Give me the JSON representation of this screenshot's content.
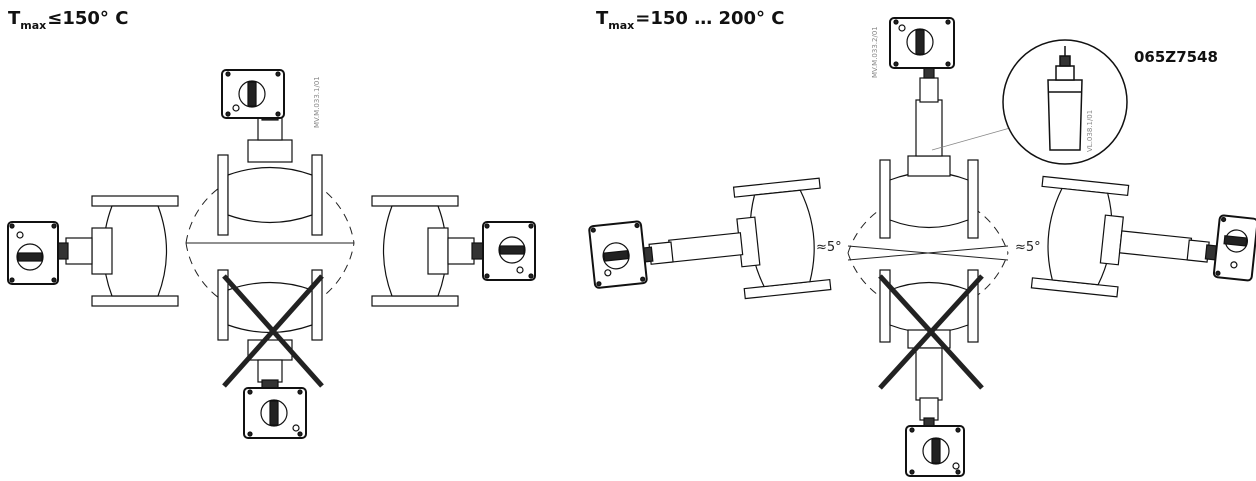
{
  "left_panel": {
    "title_main": "T",
    "title_sub": "max",
    "title_rest": "≤150° C",
    "drawing_ref": "MV.M.033.1/01"
  },
  "right_panel": {
    "title_main": "T",
    "title_sub": "max",
    "title_rest": "=150 … 200° C",
    "drawing_ref": "MV.M.033.2/01",
    "detail_ref": "VL.038.1/01",
    "part_code": "065Z7548",
    "angle_left": "≈5°",
    "angle_right": "≈5°"
  }
}
